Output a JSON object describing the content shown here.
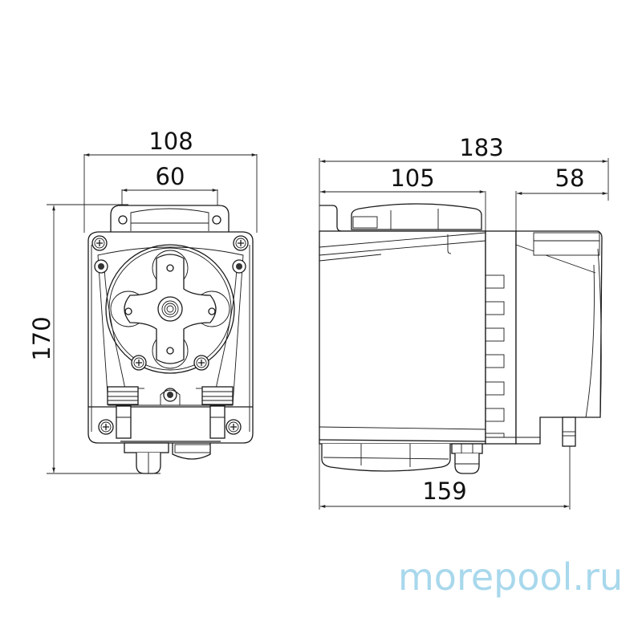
{
  "drawing": {
    "subject": "peristaltic dosing pump",
    "units": "mm",
    "front_view": {
      "dimensions": {
        "overall_width": "108",
        "mounting_hole_spacing": "60",
        "overall_height": "170"
      }
    },
    "side_view": {
      "dimensions": {
        "overall_depth": "183",
        "pump_head_depth": "105",
        "rear_section_depth": "58",
        "base_depth": "159"
      }
    }
  },
  "watermark": {
    "text": "morepool.ru",
    "color": "#a8d8ec"
  },
  "colors": {
    "line": "#1a1a1a",
    "background": "#ffffff"
  }
}
